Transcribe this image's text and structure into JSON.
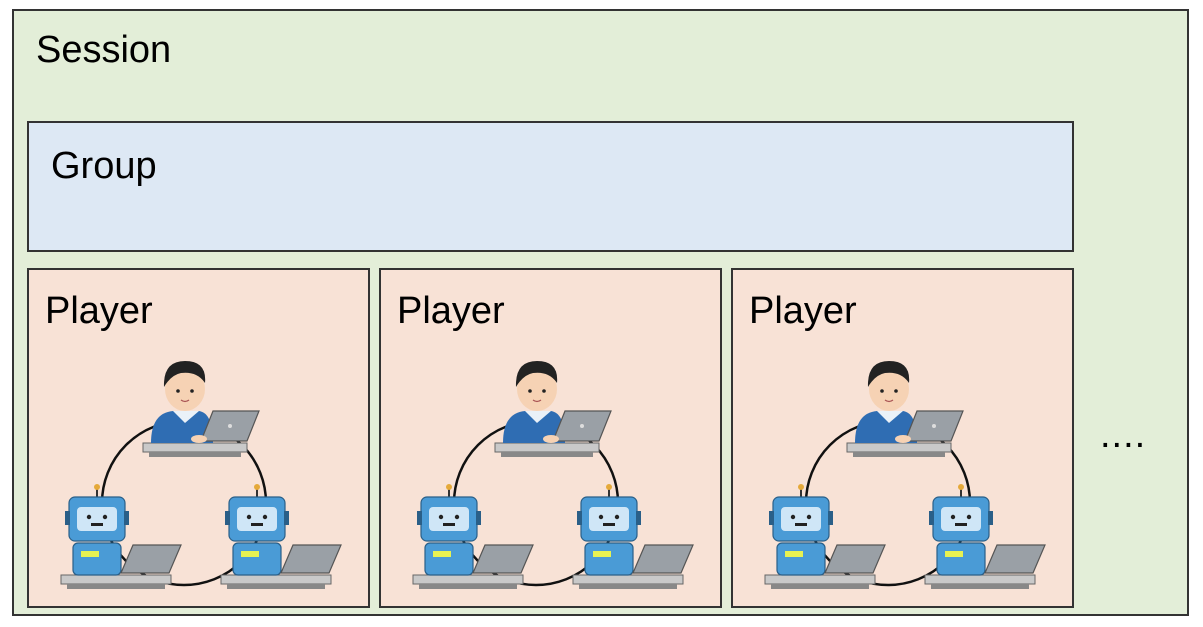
{
  "session": {
    "label": "Session"
  },
  "group": {
    "label": "Group"
  },
  "players": [
    {
      "label": "Player"
    },
    {
      "label": "Player"
    },
    {
      "label": "Player"
    }
  ],
  "more_indicator": "....",
  "icons": [
    "human-player-icon",
    "robot-player-icon"
  ],
  "colors": {
    "session_bg": "#e3eed8",
    "group_bg": "#dde8f4",
    "player_bg": "#f8e2d6",
    "robot": "#4a9bd6",
    "shirt": "#2f6db3"
  }
}
